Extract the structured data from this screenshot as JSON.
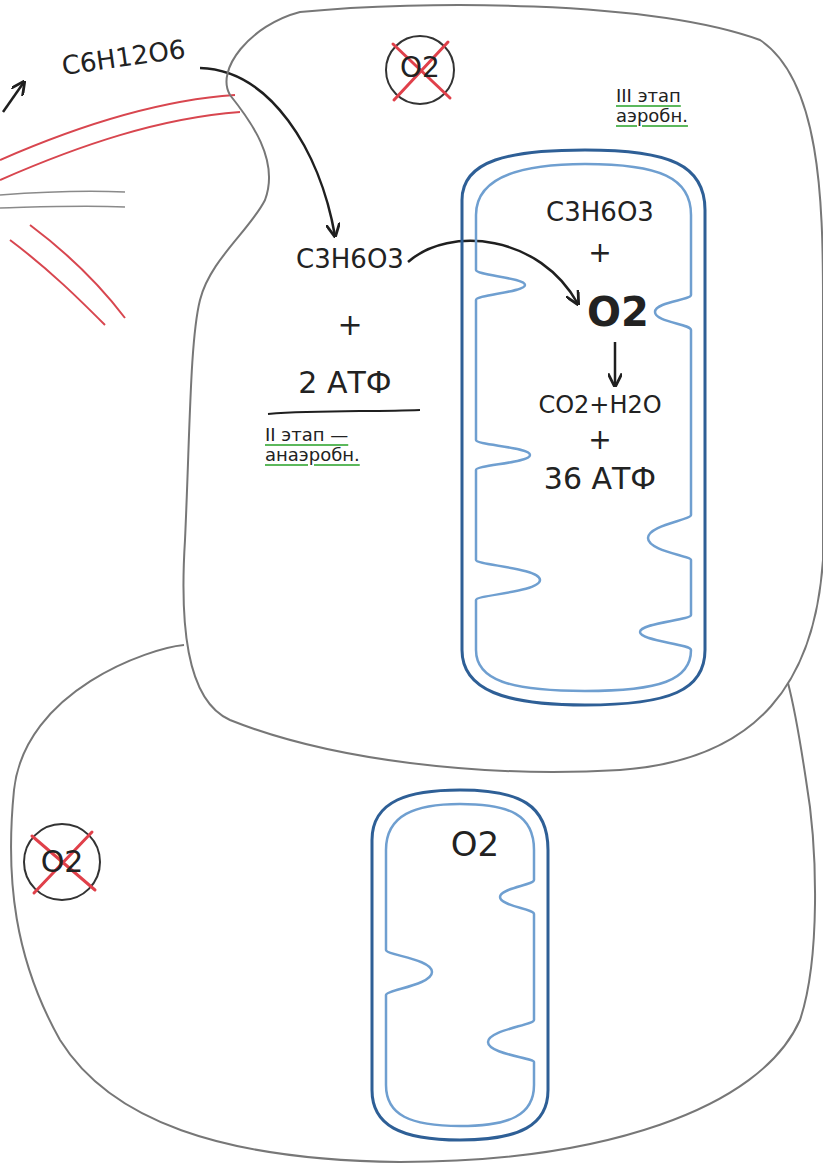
{
  "diagram": {
    "nodes": [
      {
        "text": [
          "C3H6O3",
          "+",
          "2 АТФ",
          "II этап — анаэробн."
        ]
      },
      {
        "text": [
          "O2"
        ],
        "in": 0
      },
      {
        "text": [
          "III этап аэробн.",
          "C3H6O3",
          "+",
          "O2",
          "CO2+H2O",
          "+",
          "36 АТФ"
        ],
        "in": 0
      },
      {
        "text": [
          "O2"
        ]
      },
      {
        "text": [
          "O2"
        ]
      }
    ],
    "labels": [
      "C6H12O6"
    ]
  }
}
